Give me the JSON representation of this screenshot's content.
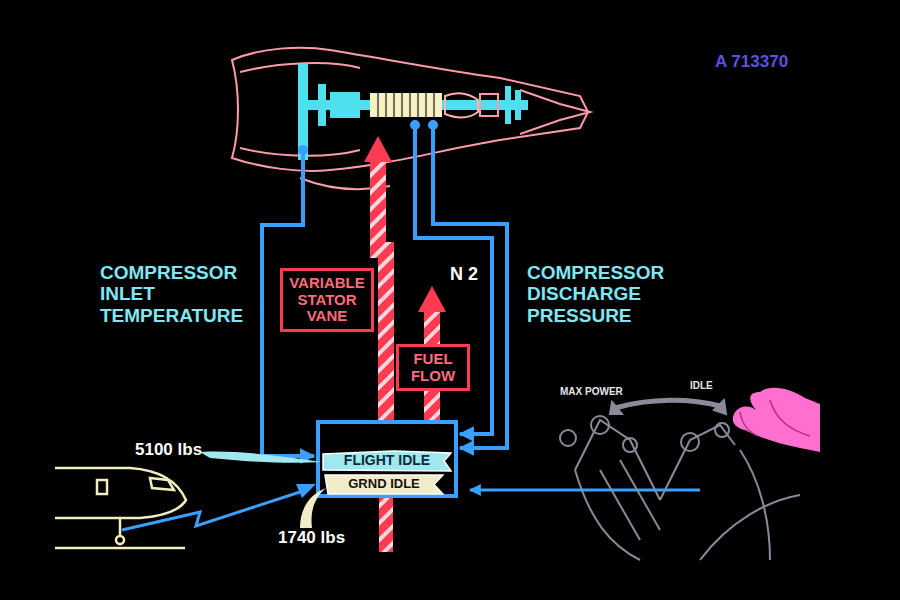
{
  "diagram": {
    "nodes": [
      {
        "text": [
          "VARIABLE STATOR VANE"
        ]
      },
      {
        "text": [
          "FUEL FLOW"
        ]
      },
      {
        "text": [
          "FLIGHT IDLE"
        ]
      },
      {
        "text": [
          "GRND IDLE"
        ]
      }
    ],
    "labels": [
      "A 713370",
      "COMPRESSOR INLET TEMPERATURE",
      "N 2",
      "COMPRESSOR DISCHARGE PRESSURE",
      "5100 lbs",
      "1740 lbs",
      "MAX POWER",
      "IDLE"
    ]
  }
}
